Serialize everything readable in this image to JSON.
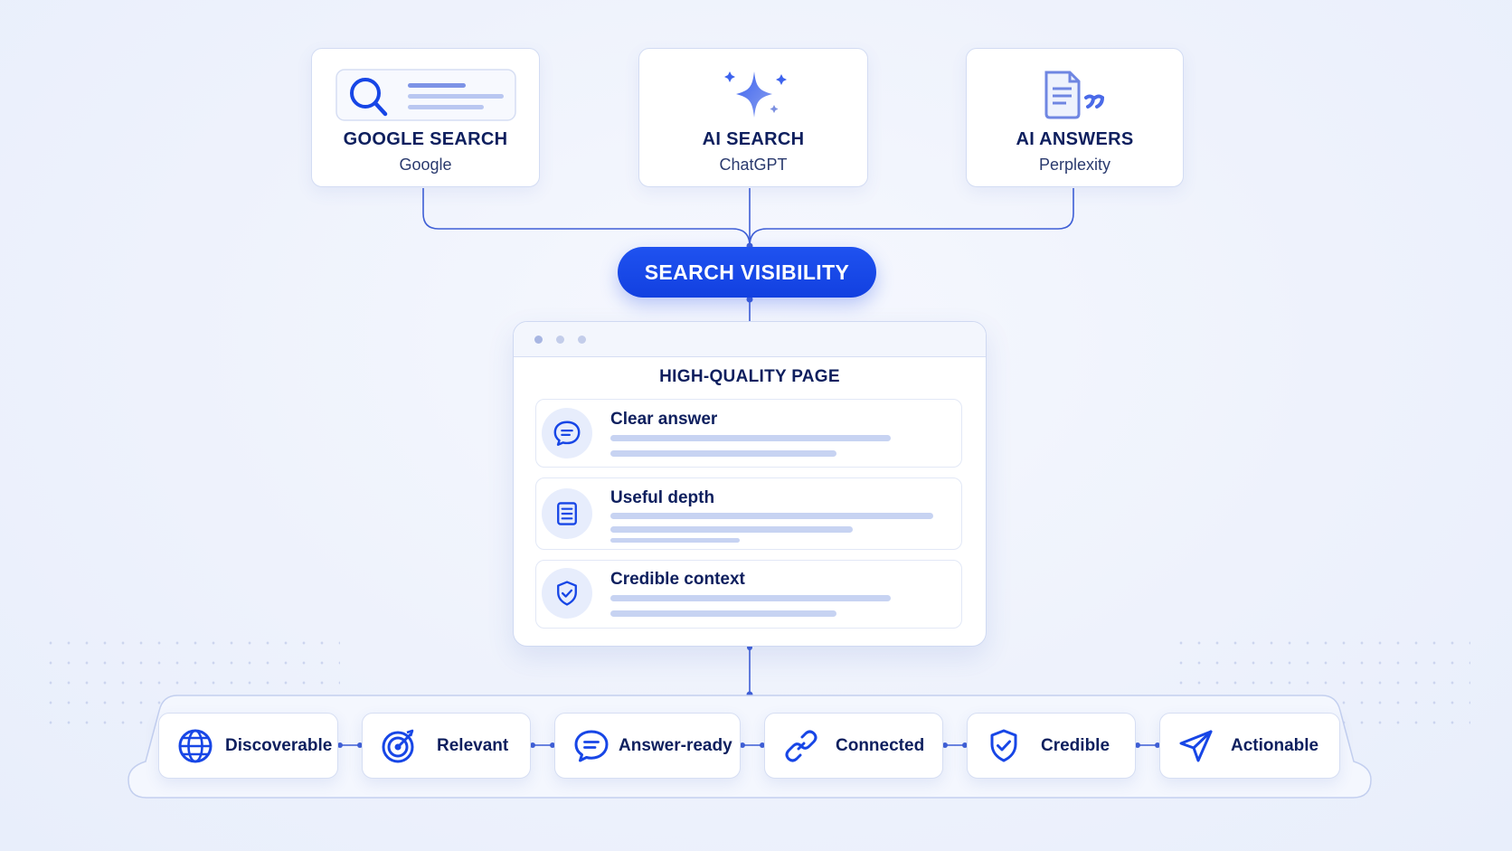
{
  "sources": [
    {
      "title": "GOOGLE SEARCH",
      "subtitle": "Google",
      "icon": "magnifier-icon"
    },
    {
      "title": "AI SEARCH",
      "subtitle": "ChatGPT",
      "icon": "sparkle-icon"
    },
    {
      "title": "AI ANSWERS",
      "subtitle": "Perplexity",
      "icon": "document-quote-icon"
    }
  ],
  "hub": {
    "label": "SEARCH VISIBILITY"
  },
  "page": {
    "title": "HIGH-QUALITY PAGE",
    "features": [
      {
        "label": "Clear answer",
        "icon": "chat-bubble-icon"
      },
      {
        "label": "Useful depth",
        "icon": "document-lines-icon"
      },
      {
        "label": "Credible context",
        "icon": "shield-check-icon"
      }
    ]
  },
  "attributes": [
    {
      "label": "Discoverable",
      "icon": "globe-icon"
    },
    {
      "label": "Relevant",
      "icon": "target-icon"
    },
    {
      "label": "Answer-ready",
      "icon": "chat-bubble-icon"
    },
    {
      "label": "Connected",
      "icon": "link-icon"
    },
    {
      "label": "Credible",
      "icon": "shield-check-icon"
    },
    {
      "label": "Actionable",
      "icon": "send-icon"
    }
  ],
  "colors": {
    "accent": "#1746e6",
    "line": "#3f5fd6",
    "navy": "#0e1f5e",
    "icon_tint": "#7b8fe0"
  }
}
